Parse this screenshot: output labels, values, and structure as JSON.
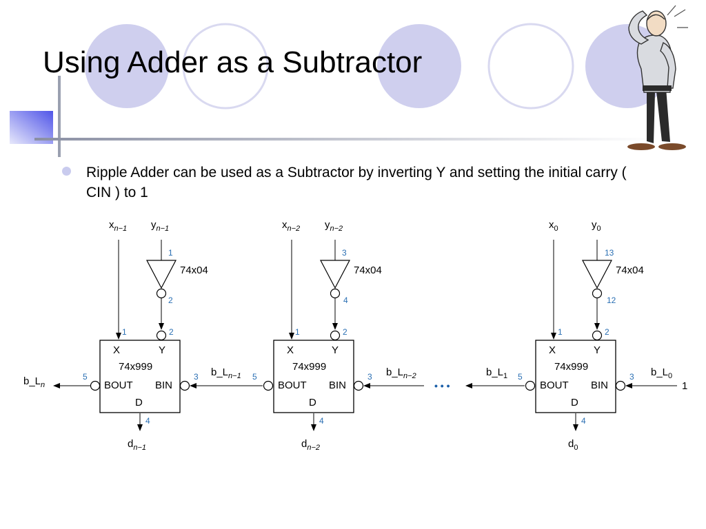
{
  "slide": {
    "title": "Using Adder as a Subtractor",
    "bullet": "Ripple Adder can be used as a Subtractor by inverting Y and setting the initial carry ( CIN ) to 1"
  },
  "diagram": {
    "inverter_part": "74x04",
    "adder_part": "74x999",
    "port_x": "X",
    "port_y": "Y",
    "port_bout": "BOUT",
    "port_bin": "BIN",
    "port_d": "D",
    "stage_msb": {
      "x_base": "x",
      "x_sub": "n−1",
      "y_base": "y",
      "y_sub": "n−1",
      "inv_in_pin": "1",
      "inv_out_pin": "2",
      "pin_x": "1",
      "pin_y": "2",
      "pin_bout": "5",
      "pin_bin": "3",
      "pin_d": "4",
      "d_base": "d",
      "d_sub": "n−1",
      "bout_base": "b_L",
      "bout_sub": "n"
    },
    "stage_mid": {
      "x_base": "x",
      "x_sub": "n−2",
      "y_base": "y",
      "y_sub": "n−2",
      "inv_in_pin": "3",
      "inv_out_pin": "4",
      "pin_x": "1",
      "pin_y": "2",
      "pin_bout": "5",
      "pin_bin": "3",
      "pin_d": "4",
      "d_base": "d",
      "d_sub": "n−2",
      "link_base": "b_L",
      "link_sub": "n−1",
      "bin_base": "b_L",
      "bin_sub": "n−2"
    },
    "stage_lsb": {
      "x_base": "x",
      "x_sub": "0",
      "y_base": "y",
      "y_sub": "0",
      "inv_in_pin": "13",
      "inv_out_pin": "12",
      "pin_x": "1",
      "pin_y": "2",
      "pin_bout": "5",
      "pin_bin": "3",
      "pin_d": "4",
      "d_base": "d",
      "d_sub": "0",
      "bout_base": "b_L",
      "bout_sub": "1",
      "bin_base": "b_L",
      "bin_sub": "0",
      "cin_value": "1"
    },
    "ellipsis": "• • •"
  },
  "colors": {
    "circle_fill": "#ccccee",
    "circle_stroke": "#d7d7ee",
    "accent_square": "#6a6ff0",
    "rule": "#9aa0b0",
    "pin_numbers": "#2a6fb3",
    "ellipsis": "#1a5ea8"
  },
  "decor": {
    "cartoon": "puzzled-man-scratching-head-icon"
  }
}
